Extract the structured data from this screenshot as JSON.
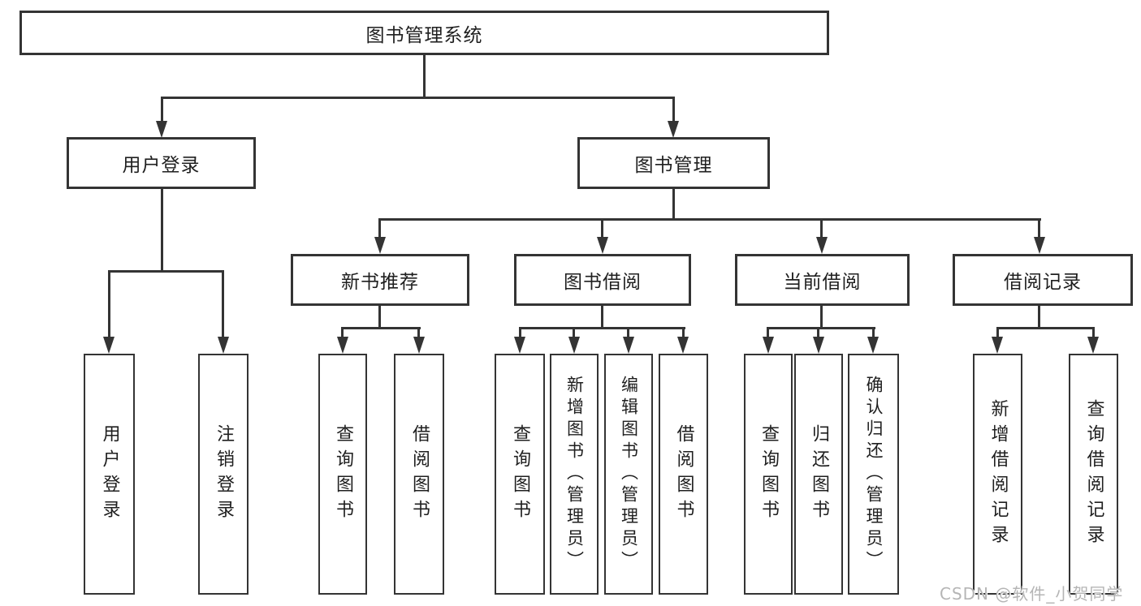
{
  "colors": {
    "line": "#343434",
    "box_border": "#343434",
    "text": "#1f1f1f",
    "background": "#ffffff",
    "watermark": "#b5b5b5"
  },
  "diagram_type": "hierarchy-tree",
  "root": {
    "label": "图书管理系统"
  },
  "branches": [
    {
      "label": "用户登录"
    },
    {
      "label": "图书管理"
    }
  ],
  "groups": [
    {
      "label": "新书推荐"
    },
    {
      "label": "图书借阅"
    },
    {
      "label": "当前借阅"
    },
    {
      "label": "借阅记录"
    }
  ],
  "leaves": [
    {
      "label": "用户登录"
    },
    {
      "label": "注销登录"
    },
    {
      "label": "查询图书"
    },
    {
      "label": "借阅图书"
    },
    {
      "label": "查询图书"
    },
    {
      "label": "新增图书（管理员）"
    },
    {
      "label": "编辑图书（管理员）"
    },
    {
      "label": "借阅图书"
    },
    {
      "label": "查询图书"
    },
    {
      "label": "归还图书"
    },
    {
      "label": "确认归还（管理员）"
    },
    {
      "label": "新增借阅记录"
    },
    {
      "label": "查询借阅记录"
    }
  ],
  "watermark": {
    "text": "CSDN @软件_小贺同学"
  }
}
